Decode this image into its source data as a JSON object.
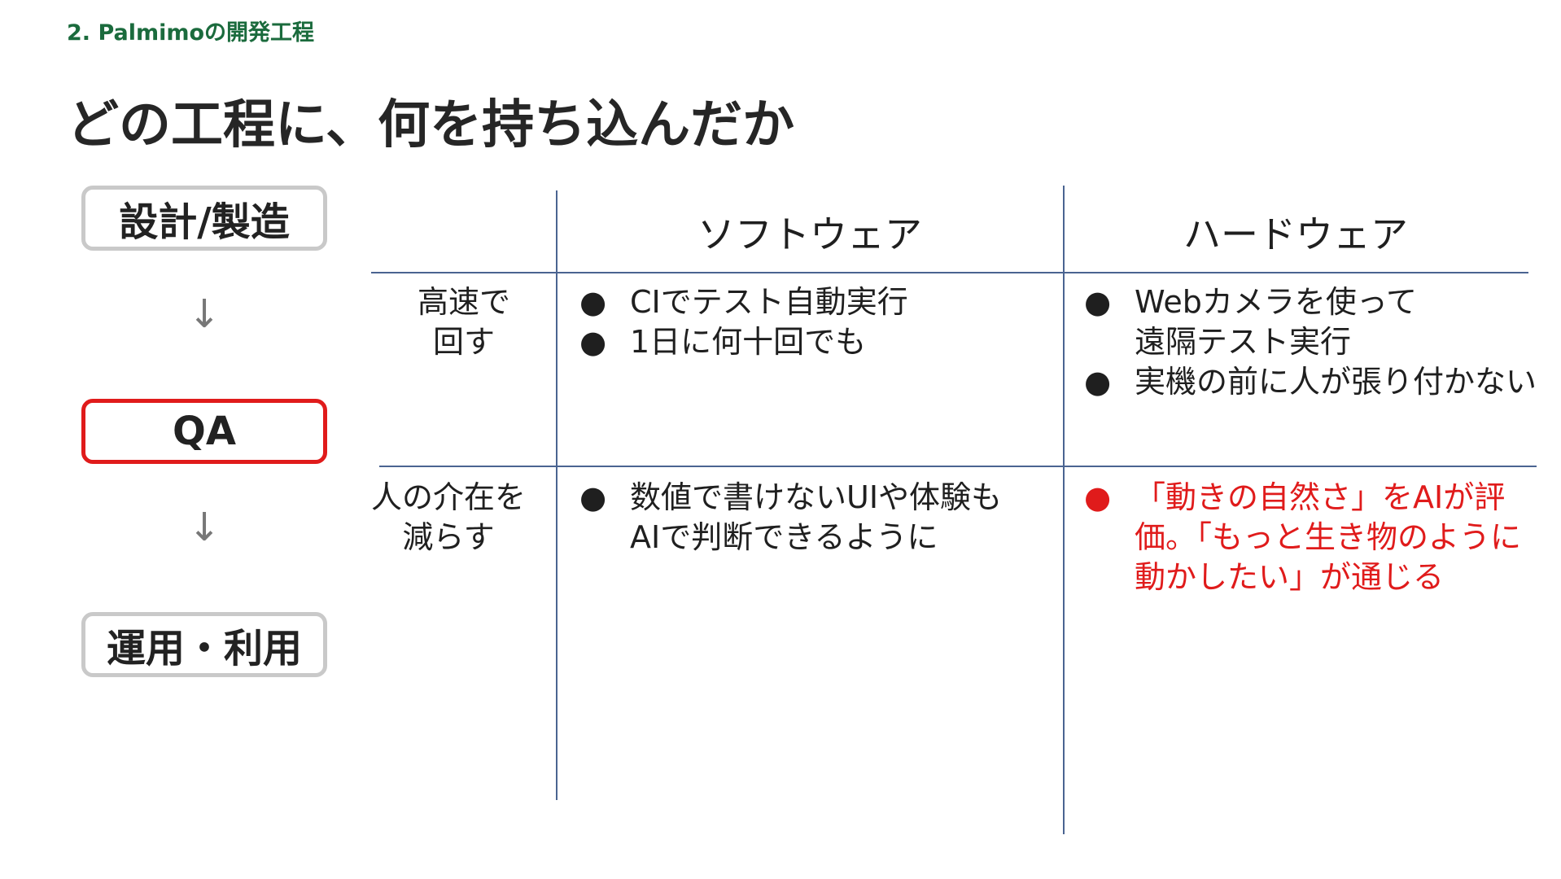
{
  "header": {
    "section": "2. Palmimoの開発工程",
    "title": "どの工程に、何を持ち込んだか"
  },
  "phases": {
    "design": "設計/製造",
    "qa": "QA",
    "ops": "運用・利用",
    "arrow": "↓"
  },
  "table": {
    "columns": {
      "software": "ソフトウェア",
      "hardware": "ハードウェア"
    },
    "rows": [
      {
        "label": "高速で\n回す",
        "software": [
          "CIでテスト自動実行",
          "1日に何十回でも"
        ],
        "hardware": [
          "Webカメラを使って\n遠隔テスト実行",
          "実機の前に人が張り付かない"
        ]
      },
      {
        "label": "人の介在を\n減らす",
        "software": [
          "数値で書けないUIや体験も\nAIで判断できるように"
        ],
        "hardware": [
          "「動きの自然さ」をAIが評\n価。「もっと生き物のように\n動かしたい」が通じる"
        ]
      }
    ],
    "bullet": "●"
  },
  "colors": {
    "accent_green": "#1b6b3d",
    "highlight_red": "#e01b1b",
    "rule_blue": "#4a6491",
    "box_gray": "#c9c9c9"
  }
}
